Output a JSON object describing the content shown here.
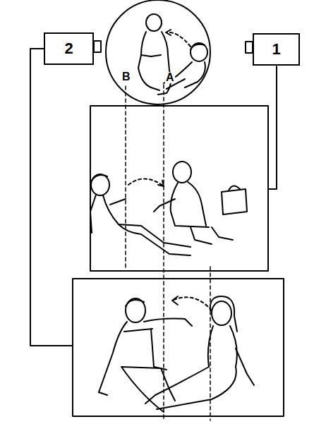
{
  "diagram": {
    "nodes": [
      {
        "text": [
          "2"
        ]
      },
      {
        "text": [
          "1"
        ]
      }
    ],
    "labels": [
      "B",
      "A"
    ]
  }
}
